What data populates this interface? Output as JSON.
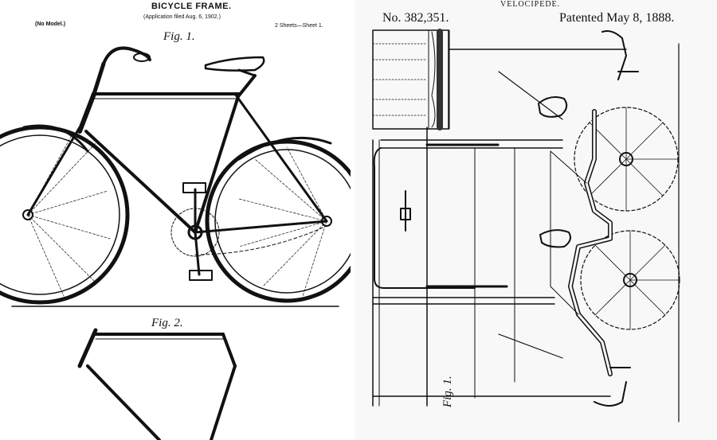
{
  "left": {
    "title": "BICYCLE FRAME.",
    "application": "(Application filed Aug. 6, 1902.)",
    "model": "(No Model.)",
    "sheets": "2 Sheets—Sheet 1.",
    "fig1": "Fig. 1.",
    "fig2": "Fig. 2."
  },
  "right": {
    "title": "VELOCIPEDE.",
    "number": "No. 382,351.",
    "patented": "Patented May 8, 1888.",
    "fig1": "Fig. 1."
  },
  "colors": {
    "ink": "#111111",
    "paper_left": "#ffffff",
    "paper_right": "#f8f8f8"
  }
}
